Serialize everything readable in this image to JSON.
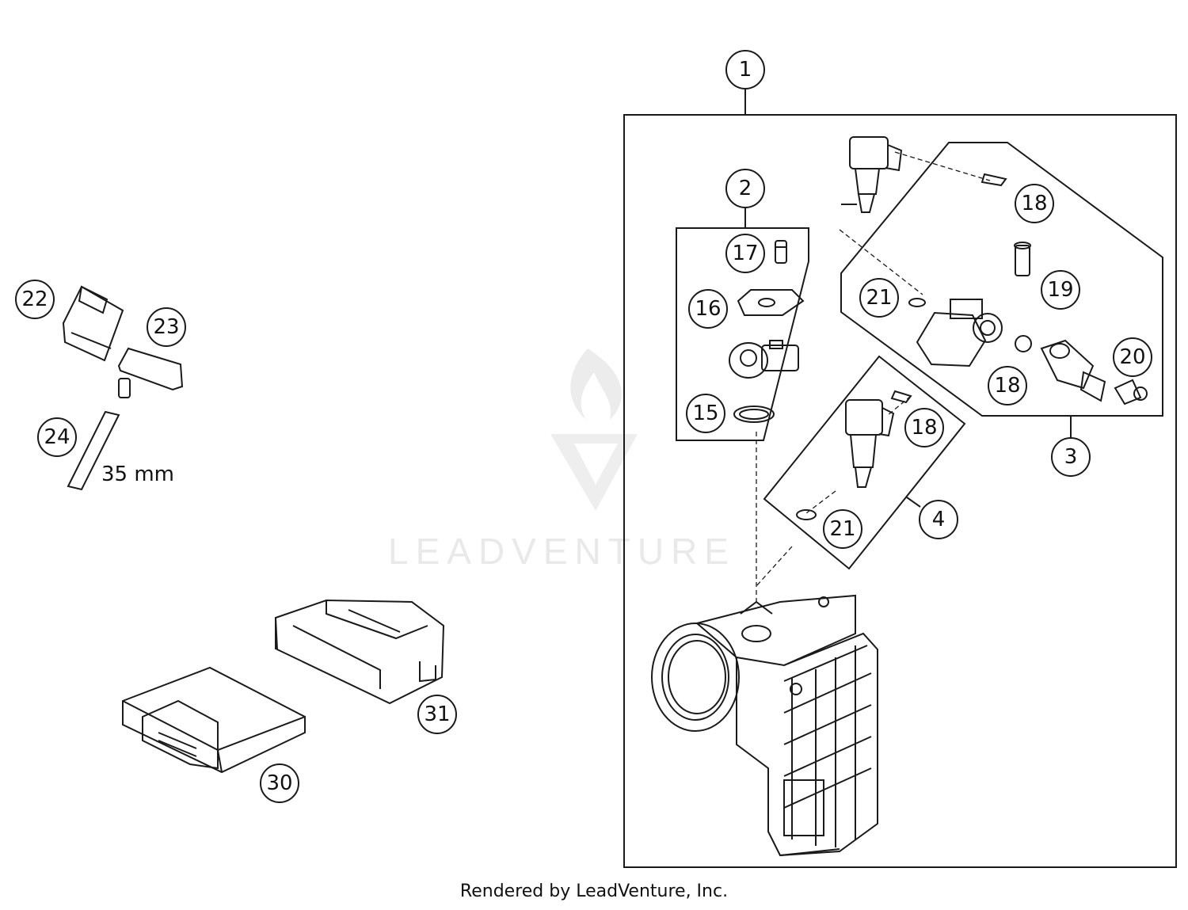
{
  "watermark": {
    "brand": "LEADVENTURE"
  },
  "callouts": {
    "c1": "1",
    "c2": "2",
    "c3": "3",
    "c4": "4",
    "c15": "15",
    "c16": "16",
    "c17": "17",
    "c18a": "18",
    "c18b": "18",
    "c18c": "18",
    "c19": "19",
    "c20": "20",
    "c21a": "21",
    "c21b": "21",
    "c22": "22",
    "c23": "23",
    "c24": "24",
    "c30": "30",
    "c31": "31"
  },
  "dimension_label": "35 mm",
  "footer": {
    "text": "Rendered by LeadVenture, Inc."
  },
  "colors": {
    "line": "#1a1a1a",
    "watermark": "#e9e9e9"
  }
}
